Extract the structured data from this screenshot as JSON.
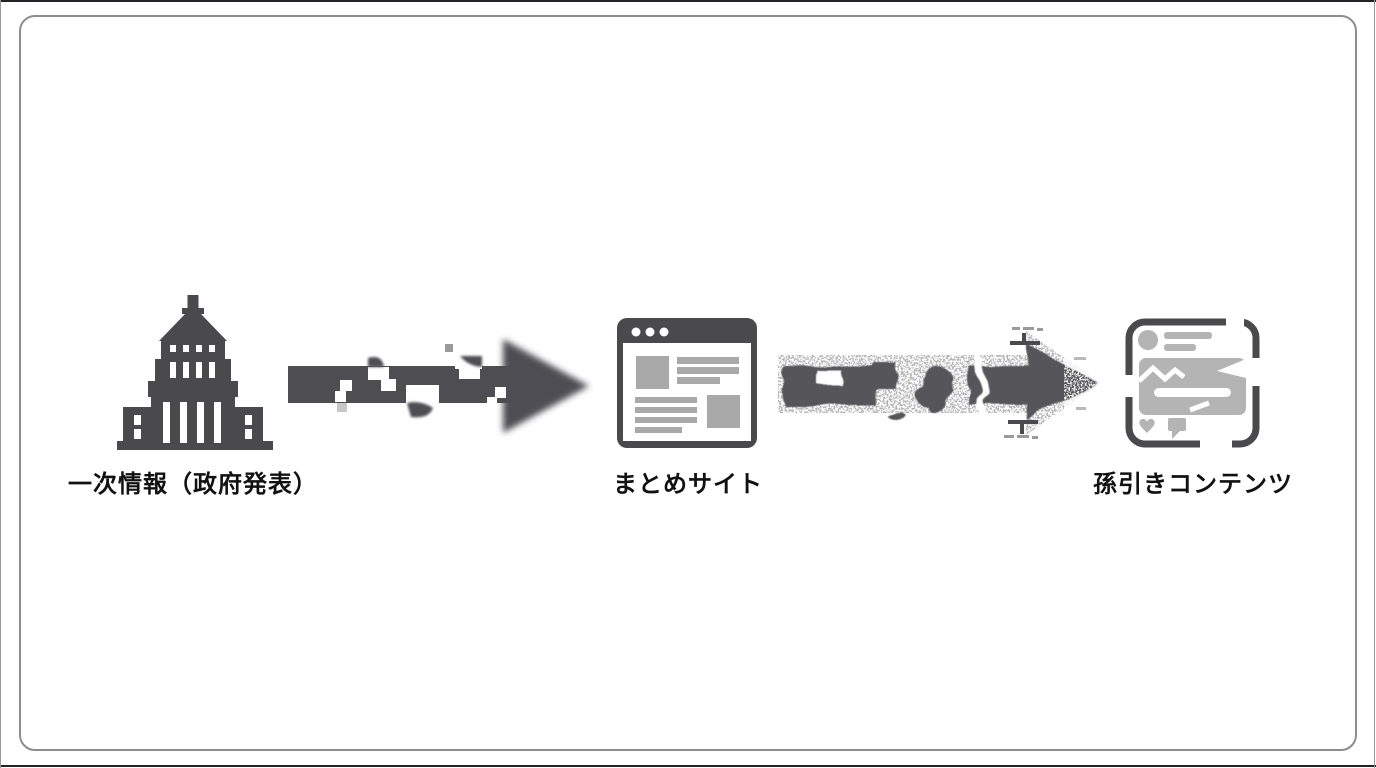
{
  "page": {
    "kind": "presentation-slide",
    "background_color": "#ffffff",
    "slide_border_color": "#8d8d8d",
    "outer_edge_color": "#222326"
  },
  "colors": {
    "icon_dark": "#4a4a4d",
    "icon_light_gray": "#b4b4b4",
    "browser_content_gray": "#a9a9a9",
    "arrow_dark": "#4e4e52",
    "label_text": "#111111"
  },
  "diagram": {
    "type": "flow",
    "direction": "left-to-right",
    "nodes": [
      {
        "id": "primary-source",
        "label": "一次情報（政府発表）",
        "icon": "national-diet-building-icon"
      },
      {
        "id": "matome-site",
        "label": "まとめサイト",
        "icon": "browser-window-icon"
      },
      {
        "id": "secondhand-content",
        "label": "孫引きコンテンツ",
        "icon": "sns-post-glitched-icon"
      }
    ],
    "connectors": [
      {
        "from": "primary-source",
        "to": "matome-site",
        "style": "thick-right-arrow, pixel-glitch holes, blurred arrowhead"
      },
      {
        "from": "matome-site",
        "to": "secondhand-content",
        "style": "thick-right-arrow, heavily dissolved into noise, liquified fragments, illegible glitch text near head"
      }
    ]
  }
}
